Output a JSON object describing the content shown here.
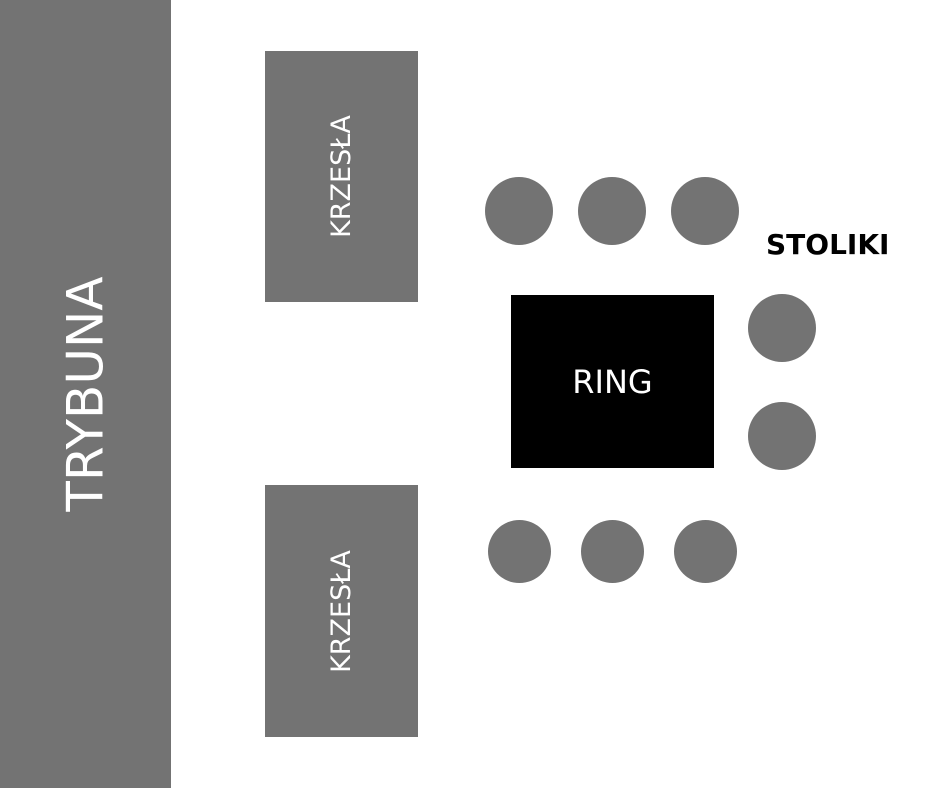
{
  "diagram": {
    "stand_label": "TRYBUNA",
    "chairs_top_label": "KRZESŁA",
    "chairs_bottom_label": "KRZESŁA",
    "ring_label": "RING",
    "tables_label": "STOLIKI",
    "tables_count": 8,
    "colors": {
      "gray": "#737373",
      "ring": "#000000",
      "text_dark": "#000000",
      "text_light": "#ffffff"
    }
  }
}
